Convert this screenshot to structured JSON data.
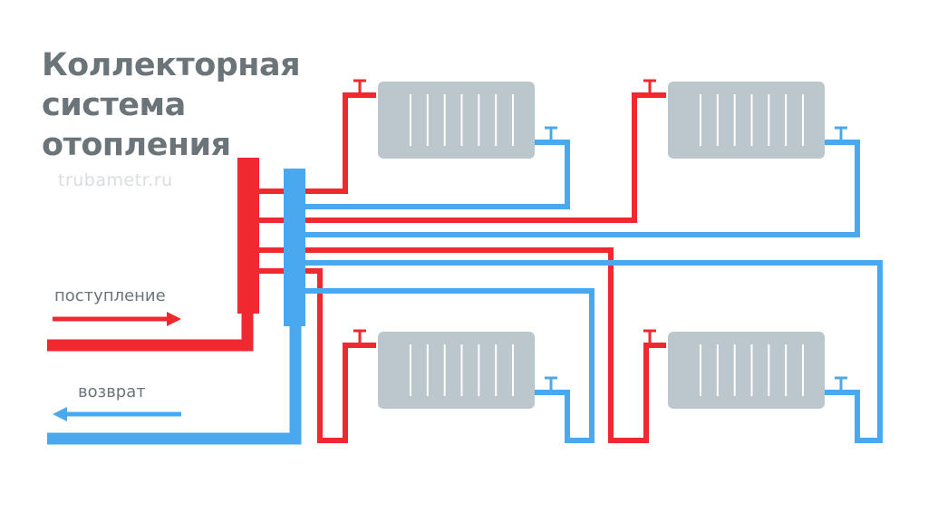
{
  "title": {
    "line1": "Коллекторная",
    "line2": "система",
    "line3": "отопления"
  },
  "watermark": "trubametr.ru",
  "legend": {
    "supply_label": "поступление",
    "return_label": "возврат"
  },
  "colors": {
    "supply": "#f0282f",
    "return": "#4aa9ee",
    "radiator": "#bcc6cd",
    "fin": "#ffffff",
    "text": "#6b7479"
  },
  "radiators": [
    {
      "id": "top-left",
      "sections": 7
    },
    {
      "id": "top-right",
      "sections": 7
    },
    {
      "id": "bottom-left",
      "sections": 7
    },
    {
      "id": "bottom-right",
      "sections": 7
    }
  ]
}
